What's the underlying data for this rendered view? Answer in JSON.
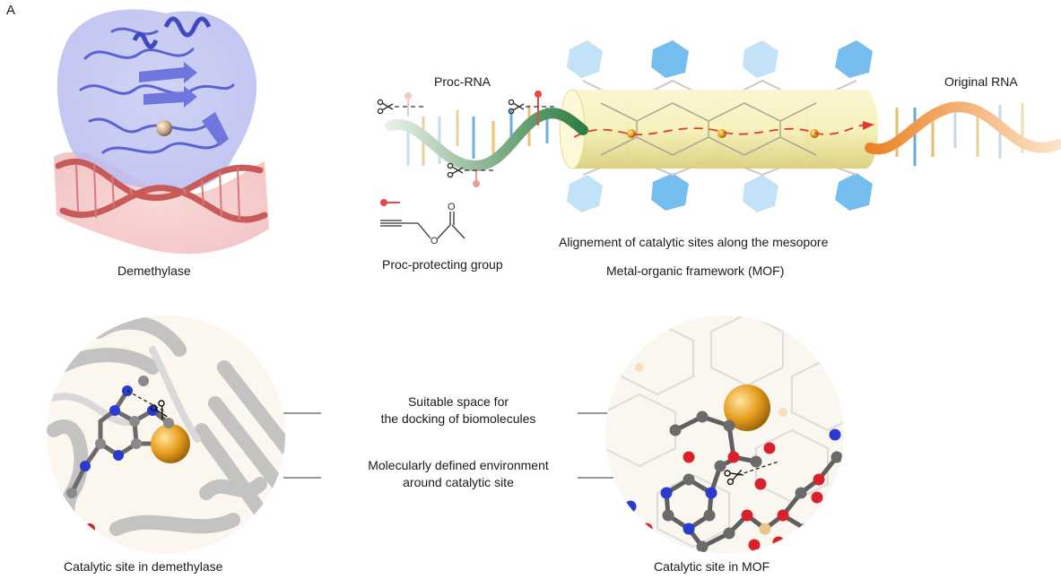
{
  "panel_label": "A",
  "labels": {
    "demethylase": "Demethylase",
    "proc_rna": "Proc-RNA",
    "original_rna": "Original RNA",
    "proc_group": "Proc-protecting group",
    "alignment": "Alignement of catalytic sites along the mesopore",
    "mof": "Metal-organic framework (MOF)",
    "site_demethylase": "Catalytic site in demethylase",
    "site_mof": "Catalytic site in MOF"
  },
  "notes": {
    "space_line1": "Suitable space for",
    "space_line2": "the docking of biomolecules",
    "env_line1": "Molecularly defined environment",
    "env_line2": "around catalytic site"
  },
  "colors": {
    "protein": "#5b63d4",
    "dna": "#d96a6a",
    "metal": "#e8a021",
    "mof_blue": "#4aa8e8",
    "cylinder": "#f5efb8",
    "rna_green": "#4f9a5a",
    "rna_orange": "#f0913a",
    "red_atom": "#d8212b",
    "blue_atom": "#2b3bd0"
  }
}
